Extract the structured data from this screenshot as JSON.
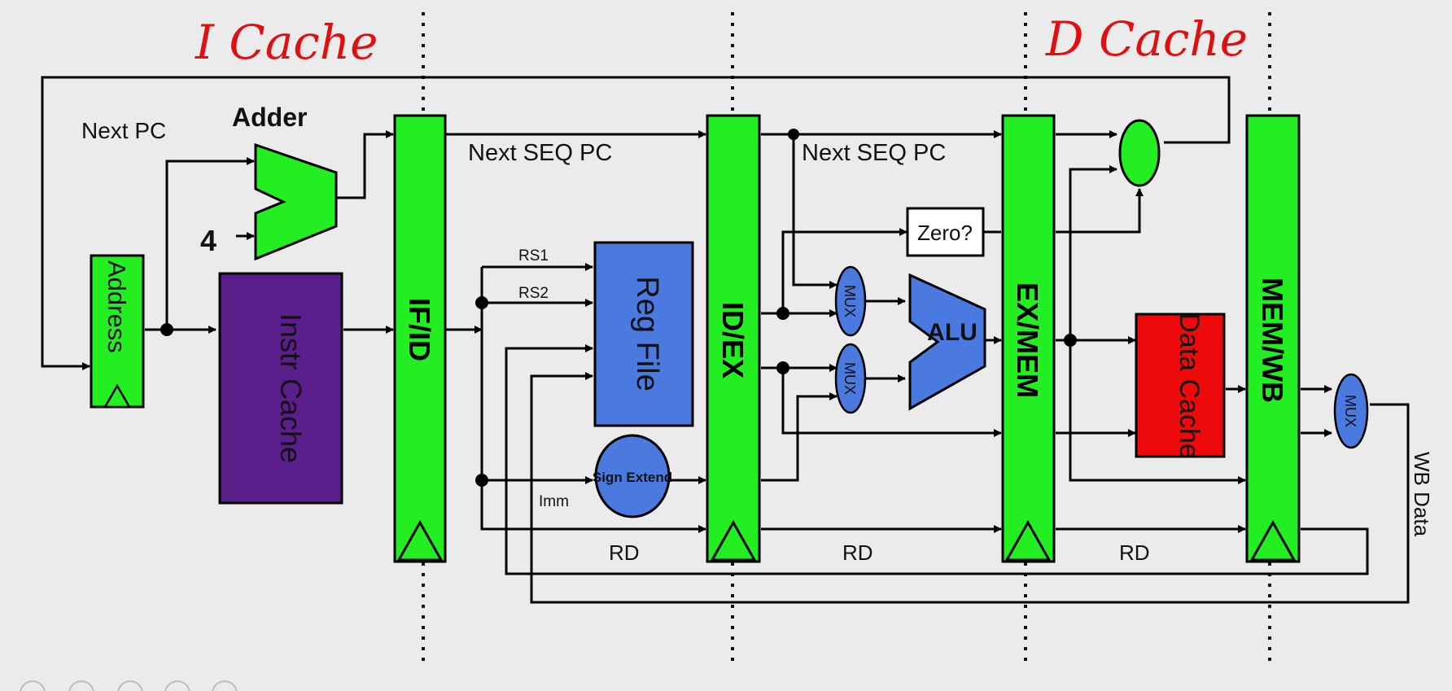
{
  "annotations": {
    "icache": "I Cache",
    "dcache": "D Cache"
  },
  "labels": {
    "next_pc": "Next PC",
    "adder": "Adder",
    "four": "4",
    "next_seq_pc_1": "Next SEQ PC",
    "next_seq_pc_2": "Next SEQ PC",
    "rs1": "RS1",
    "rs2": "RS2",
    "imm": "Imm",
    "rd_1": "RD",
    "rd_2": "RD",
    "rd_3": "RD",
    "wb_data": "WB Data",
    "zero": "Zero?",
    "alu": "ALU",
    "mux_1": "MUX",
    "mux_2": "MUX",
    "mux_3": "MUX"
  },
  "blocks": {
    "address": "Address",
    "instr_cache": "Instr Cache",
    "reg_file": "Reg File",
    "sign_extend": "Sign Extend",
    "data_cache": "Data Cache"
  },
  "registers": {
    "if_id": "IF/ID",
    "id_ex": "ID/EX",
    "ex_mem": "EX/MEM",
    "mem_wb": "MEM/WB"
  },
  "colors": {
    "latch_green": "#22ee22",
    "instr_cache": "#5b1f8c",
    "reg_file": "#4a7ae0",
    "data_cache": "#ee0a0a",
    "handwriting": "#e01010"
  }
}
